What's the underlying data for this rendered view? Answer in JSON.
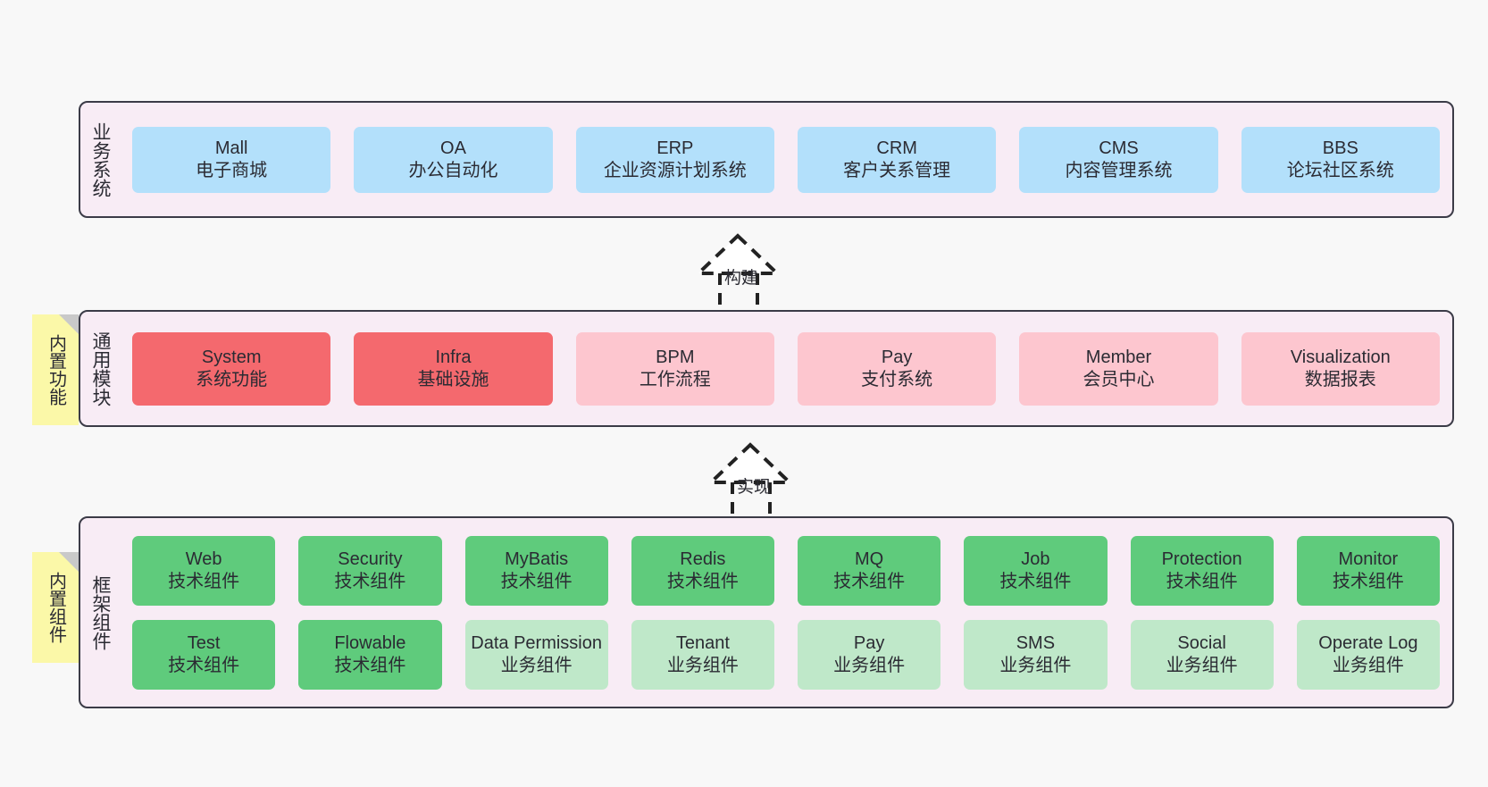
{
  "diagram": {
    "background_color": "#f8f8f8",
    "layer_fill": "#f8ecf5",
    "layer_border": "#3b3b47",
    "sticky_color": "#fbf8a8"
  },
  "layers": [
    {
      "id": "business-systems",
      "title": "业务系统",
      "card_color": "#b3e0fb",
      "rows": [
        {
          "cards": [
            {
              "en": "Mall",
              "cn": "电子商城"
            },
            {
              "en": "OA",
              "cn": "办公自动化"
            },
            {
              "en": "ERP",
              "cn": "企业资源计划系统"
            },
            {
              "en": "CRM",
              "cn": "客户关系管理"
            },
            {
              "en": "CMS",
              "cn": "内容管理系统"
            },
            {
              "en": "BBS",
              "cn": "论坛社区系统"
            }
          ]
        }
      ]
    },
    {
      "id": "common-modules",
      "title": "通用模块",
      "sticky": "内置功能",
      "rows": [
        {
          "cards": [
            {
              "en": "System",
              "cn": "系统功能",
              "color": "#f4696e"
            },
            {
              "en": "Infra",
              "cn": "基础设施",
              "color": "#f4696e"
            },
            {
              "en": "BPM",
              "cn": "工作流程",
              "color": "#fdc6cf"
            },
            {
              "en": "Pay",
              "cn": "支付系统",
              "color": "#fdc6cf"
            },
            {
              "en": "Member",
              "cn": "会员中心",
              "color": "#fdc6cf"
            },
            {
              "en": "Visualization",
              "cn": "数据报表",
              "color": "#fdc6cf"
            }
          ]
        }
      ]
    },
    {
      "id": "framework-components",
      "title": "框架组件",
      "sticky": "内置组件",
      "rows": [
        {
          "cards": [
            {
              "en": "Web",
              "cn": "技术组件",
              "color": "#5fcb7c"
            },
            {
              "en": "Security",
              "cn": "技术组件",
              "color": "#5fcb7c"
            },
            {
              "en": "MyBatis",
              "cn": "技术组件",
              "color": "#5fcb7c"
            },
            {
              "en": "Redis",
              "cn": "技术组件",
              "color": "#5fcb7c"
            },
            {
              "en": "MQ",
              "cn": "技术组件",
              "color": "#5fcb7c"
            },
            {
              "en": "Job",
              "cn": "技术组件",
              "color": "#5fcb7c"
            },
            {
              "en": "Protection",
              "cn": "技术组件",
              "color": "#5fcb7c"
            },
            {
              "en": "Monitor",
              "cn": "技术组件",
              "color": "#5fcb7c"
            }
          ]
        },
        {
          "cards": [
            {
              "en": "Test",
              "cn": "技术组件",
              "color": "#5fcb7c"
            },
            {
              "en": "Flowable",
              "cn": "技术组件",
              "color": "#5fcb7c"
            },
            {
              "en": "Data Permission",
              "cn": "业务组件",
              "color": "#bfe8c9"
            },
            {
              "en": "Tenant",
              "cn": "业务组件",
              "color": "#bfe8c9"
            },
            {
              "en": "Pay",
              "cn": "业务组件",
              "color": "#bfe8c9"
            },
            {
              "en": "SMS",
              "cn": "业务组件",
              "color": "#bfe8c9"
            },
            {
              "en": "Social",
              "cn": "业务组件",
              "color": "#bfe8c9"
            },
            {
              "en": "Operate Log",
              "cn": "业务组件",
              "color": "#bfe8c9"
            }
          ]
        }
      ]
    }
  ],
  "connectors": [
    {
      "id": "build",
      "label": "构建",
      "from": "common-modules",
      "to": "business-systems"
    },
    {
      "id": "implement",
      "label": "实现",
      "from": "framework-components",
      "to": "common-modules"
    }
  ]
}
